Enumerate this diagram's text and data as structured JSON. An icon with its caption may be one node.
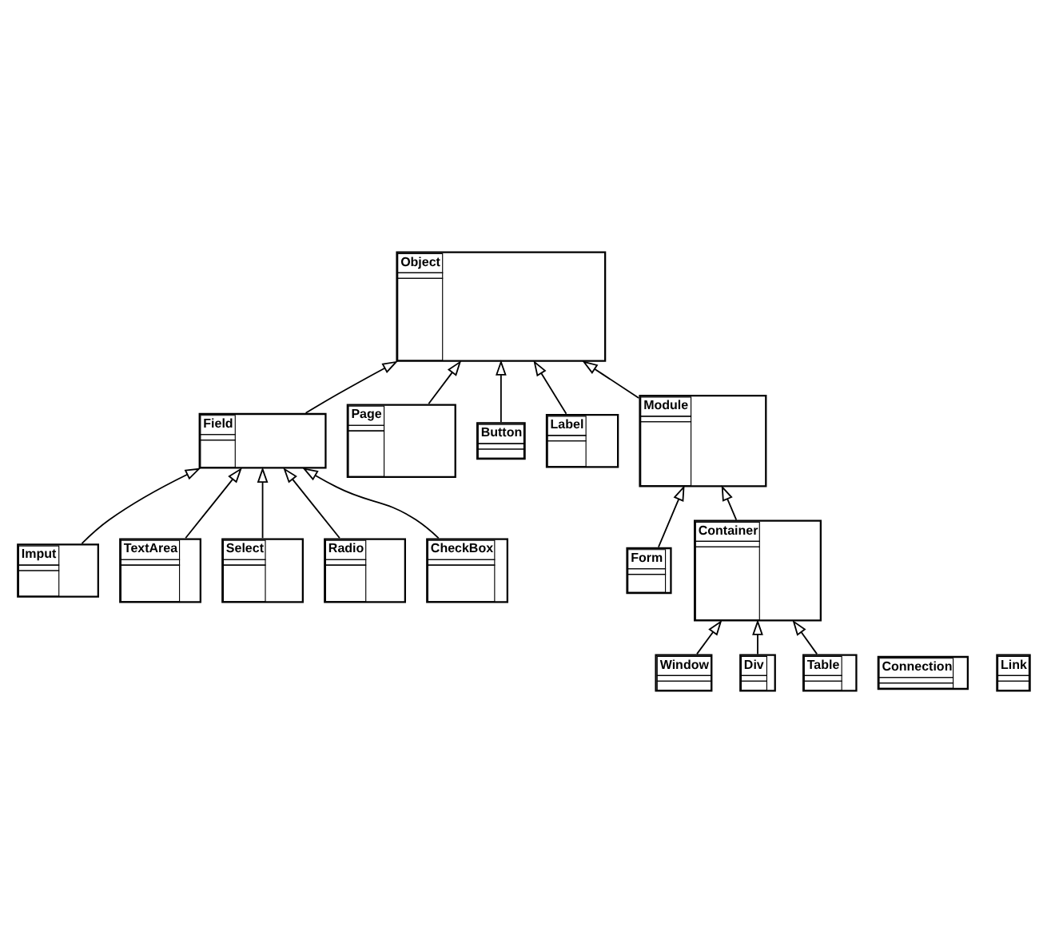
{
  "diagram": {
    "nodes": [
      {
        "text": [
          "Imput"
        ]
      },
      {
        "text": [
          "TextArea"
        ]
      },
      {
        "text": [
          "Select"
        ]
      },
      {
        "text": [
          "Radio"
        ]
      },
      {
        "text": [
          "CheckBox"
        ]
      },
      {
        "text": [
          "Page"
        ]
      },
      {
        "text": [
          "Field"
        ]
      },
      {
        "text": [
          "Button"
        ]
      },
      {
        "text": [
          "Connection"
        ]
      },
      {
        "text": [
          "Label"
        ]
      },
      {
        "text": [
          "Object"
        ]
      },
      {
        "text": [
          "Module"
        ]
      },
      {
        "text": [
          "Link"
        ]
      },
      {
        "text": [
          "Window"
        ]
      },
      {
        "text": [
          "Form"
        ]
      },
      {
        "text": [
          "Container"
        ]
      },
      {
        "text": [
          "Div"
        ]
      },
      {
        "text": [
          "Table"
        ]
      }
    ],
    "edges": [
      {
        "from": 0,
        "to": 6,
        "arrow": "to"
      },
      {
        "from": 1,
        "to": 6,
        "arrow": "to"
      },
      {
        "from": 2,
        "to": 6,
        "arrow": "to"
      },
      {
        "from": 3,
        "to": 6,
        "arrow": "to"
      },
      {
        "from": 4,
        "to": 6,
        "arrow": "to"
      },
      {
        "from": 5,
        "to": 10,
        "arrow": "to"
      },
      {
        "from": 6,
        "to": 10,
        "arrow": "to"
      },
      {
        "from": 7,
        "to": 10,
        "arrow": "to"
      },
      {
        "from": 9,
        "to": 10,
        "arrow": "to"
      },
      {
        "from": 11,
        "to": 10,
        "arrow": "to"
      },
      {
        "from": 14,
        "to": 11,
        "arrow": "to"
      },
      {
        "from": 15,
        "to": 11,
        "arrow": "to"
      },
      {
        "from": 13,
        "to": 15,
        "arrow": "to"
      },
      {
        "from": 16,
        "to": 15,
        "arrow": "to"
      },
      {
        "from": 17,
        "to": 15,
        "arrow": "to"
      }
    ]
  }
}
